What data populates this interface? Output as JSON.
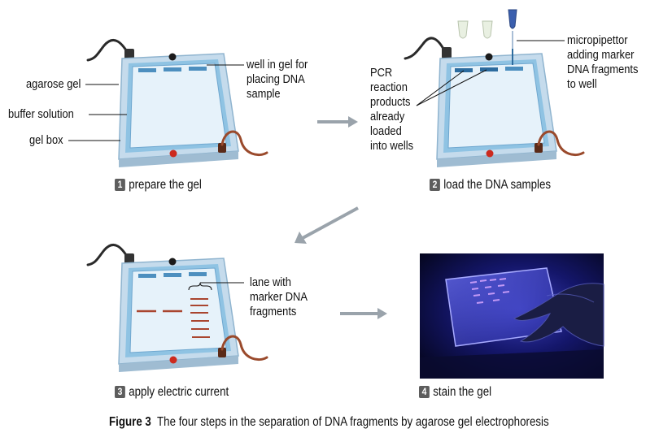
{
  "panel1": {
    "step_number": "1",
    "step_label": "prepare the gel",
    "labels": {
      "agarose_gel": "agarose gel",
      "buffer_solution": "buffer solution",
      "gel_box": "gel box",
      "well_line1": "well in gel for",
      "well_line2": "placing DNA",
      "well_line3": "sample"
    }
  },
  "panel2": {
    "step_number": "2",
    "step_label": "load the DNA samples",
    "labels": {
      "pcr_lines": [
        "PCR",
        "reaction",
        "products",
        "already",
        "loaded",
        "into wells"
      ],
      "pipettor_lines": [
        "micropipettor",
        "adding marker",
        "DNA fragments",
        "to well"
      ]
    }
  },
  "panel3": {
    "step_number": "3",
    "step_label": "apply electric current",
    "labels": {
      "lane_lines": [
        "lane with",
        "marker DNA",
        "fragments"
      ]
    }
  },
  "panel4": {
    "step_number": "4",
    "step_label": "stain the gel"
  },
  "caption": {
    "figure_label": "Figure 3",
    "text": "The four steps in the separation of DNA fragments by agarose gel electrophoresis"
  },
  "colors": {
    "gel": "#d7ebf7",
    "buffer": "#9fcbe6",
    "frame": "#b9d3e6",
    "well": "#4d8fbf",
    "band": "#a9452f",
    "electrode_red": "#cc2a1e",
    "cable_brown": "#9a4a2c",
    "arrow_gray": "#9aa3ab",
    "photo_bg": "#07082e"
  }
}
